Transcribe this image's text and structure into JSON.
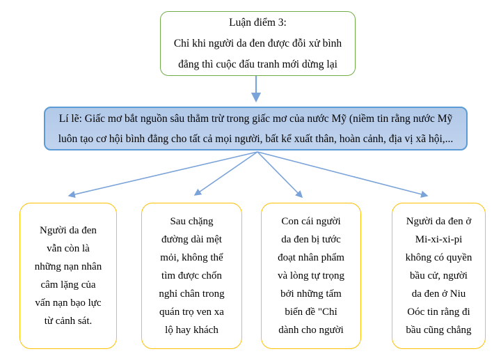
{
  "colors": {
    "green_border": "#70AD47",
    "blue_border": "#5B9BD5",
    "blue_fill_top": "#b2c9e8",
    "blue_fill_bottom": "#c0d3ee",
    "yellow_border": "#FFC000",
    "arrow": "#7aa3d9",
    "text": "#000000",
    "background": "#ffffff"
  },
  "thesis_box": {
    "lines": [
      "Luận điểm 3:",
      "Chỉ khi người da đen được đỗi xử bình",
      "đẳng thì cuộc đấu tranh mới dừng lại"
    ]
  },
  "reason_box": {
    "lines": [
      "Lí lẽ: Giấc mơ bắt nguồn sâu thẳm trừ trong giấc mơ của nước Mỹ (niềm tin rằng nước Mỹ",
      "luôn tạo cơ hội bình đẳng cho tất cả mọi người, bất kể xuất thân, hoàn cảnh, địa vị xã hội,..."
    ]
  },
  "evidence_boxes": [
    {
      "lines": [
        "Người da đen",
        "vẫn còn là",
        "những nạn nhân",
        "câm lặng của",
        "vấn nạn bạo lực",
        "từ cảnh sát."
      ]
    },
    {
      "lines": [
        "Sau chặng",
        "đường dài mệt",
        "mỏi, không thể",
        "tìm được chốn",
        "nghỉ chân trong",
        "quán trọ ven xa",
        "lộ hay khách"
      ]
    },
    {
      "lines": [
        "Con cái người",
        "da đen bị tước",
        "đoạt nhân phẩm",
        "và lòng tự trọng",
        "bởi những tấm",
        "biển đề \"Chỉ",
        "dành cho người"
      ]
    },
    {
      "lines": [
        "Người da đen ở",
        "Mi-xi-xi-pi",
        "không có quyền",
        "bầu cử, người",
        "da đen ở Niu",
        "Oóc tin rằng đi",
        "bầu cũng chẳng"
      ]
    }
  ]
}
